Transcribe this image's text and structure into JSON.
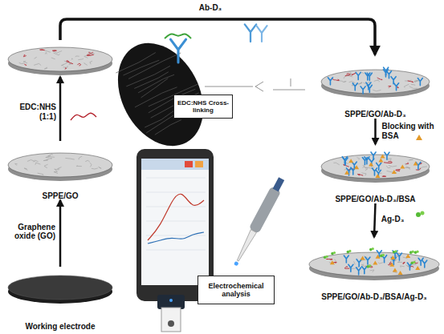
{
  "diagram": {
    "nodes": [
      {
        "text": [
          "Working electrode"
        ]
      },
      {
        "text": [
          "SPPE/GO"
        ]
      },
      {
        "text": [
          "SPPE/GO/Ab-D₃"
        ]
      },
      {
        "text": [
          "SPPE/GO/Ab-D₃/BSA"
        ]
      },
      {
        "text": [
          "SPPE/GO/Ab-D₃/BSA/Ag-D₃"
        ]
      },
      {
        "text": [
          "EDC:NHS Cross-linking"
        ]
      },
      {
        "text": [
          "Electrochemical analysis"
        ]
      }
    ],
    "edges": [
      {
        "from": 0,
        "to": 1,
        "label": "Graphene oxide (GO)",
        "arrow": "to"
      },
      {
        "from": 2,
        "to": 3,
        "label": "Blocking with BSA",
        "arrow": "to"
      },
      {
        "from": 3,
        "to": 4,
        "label": "Ag-D₃",
        "arrow": "to"
      }
    ],
    "labels": [
      "EDC:NHS (1:1)",
      "Ab-D₃"
    ]
  }
}
